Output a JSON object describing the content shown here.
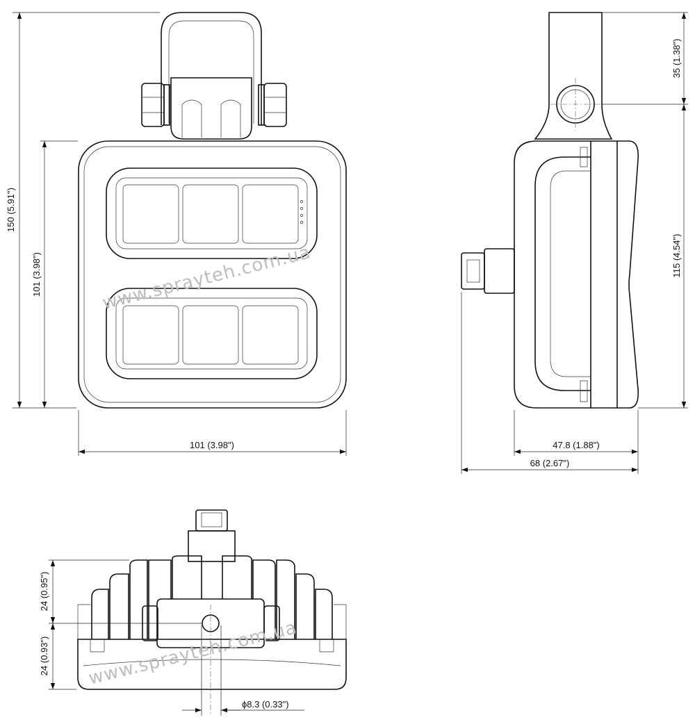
{
  "watermark": "www.sprayteh.com.ua",
  "dimensions": {
    "front_width": "101  (3.98\")",
    "front_body_height": "101  (3.98\")",
    "front_total_height": "150  (5.91\")",
    "side_top_offset": "35  (1.38\")",
    "side_body_height": "115  (4.54\")",
    "side_housing_depth": "47.8  (1.88\")",
    "side_total_depth": "68  (2.67\")",
    "bottom_upper": "24  (0.95\")",
    "bottom_lower": "24  (0.93\")",
    "bolt_diameter": "ϕ8.3  (0.33\")"
  }
}
